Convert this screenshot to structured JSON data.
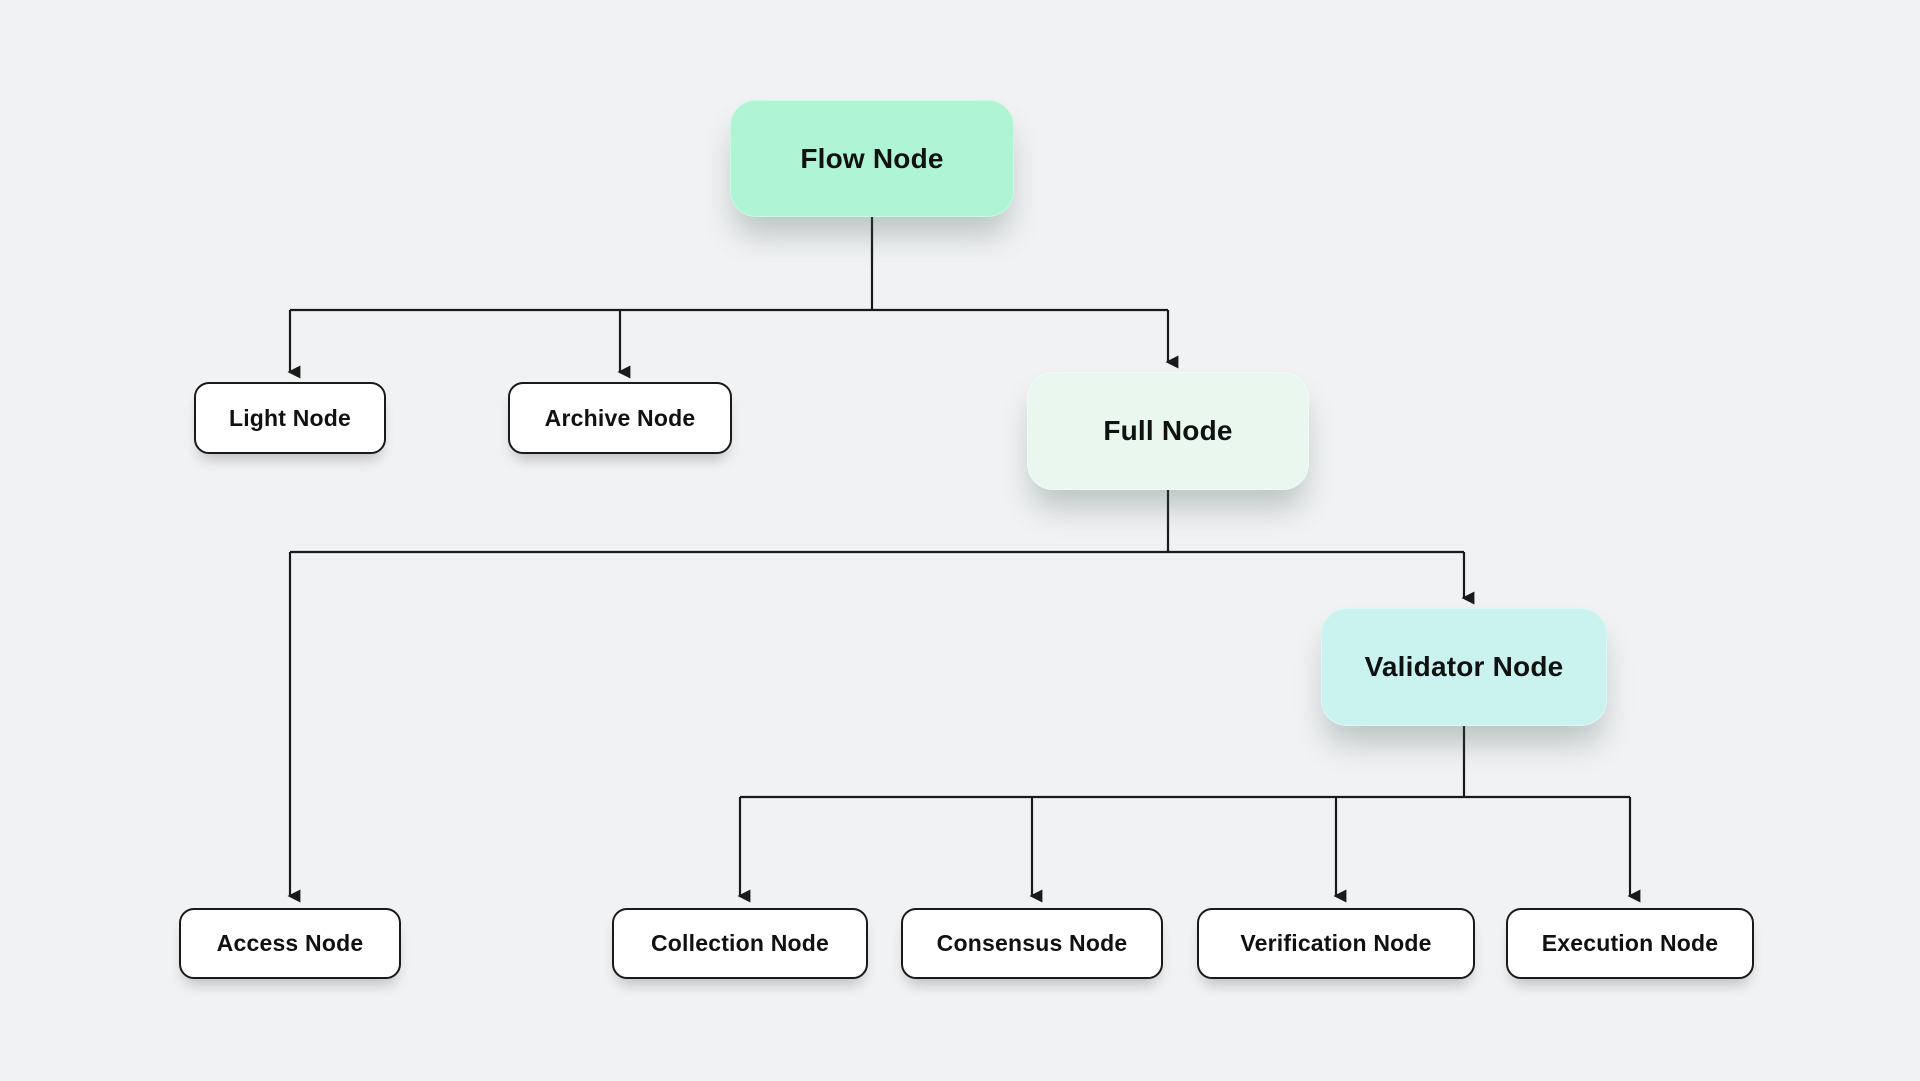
{
  "diagram": {
    "background_color": "#f1f2f4",
    "line_color": "#1a1a1a",
    "outline_border_color": "#1a1a1a",
    "text_color": "#101211",
    "nodes": [
      {
        "id": "flow",
        "label": "Flow Node",
        "style": "filled",
        "fill": "#aff4d5"
      },
      {
        "id": "light",
        "label": "Light Node",
        "style": "outline",
        "fill": "#ffffff"
      },
      {
        "id": "archive",
        "label": "Archive Node",
        "style": "outline",
        "fill": "#ffffff"
      },
      {
        "id": "full",
        "label": "Full Node",
        "style": "filled",
        "fill": "#e9f7ee"
      },
      {
        "id": "validator",
        "label": "Validator Node",
        "style": "filled",
        "fill": "#caf3f0"
      },
      {
        "id": "access",
        "label": "Access Node",
        "style": "outline",
        "fill": "#ffffff"
      },
      {
        "id": "collection",
        "label": "Collection Node",
        "style": "outline",
        "fill": "#ffffff"
      },
      {
        "id": "consensus",
        "label": "Consensus Node",
        "style": "outline",
        "fill": "#ffffff"
      },
      {
        "id": "verification",
        "label": "Verification Node",
        "style": "outline",
        "fill": "#ffffff"
      },
      {
        "id": "execution",
        "label": "Execution Node",
        "style": "outline",
        "fill": "#ffffff"
      }
    ],
    "edges": [
      {
        "from": "flow",
        "to": "light"
      },
      {
        "from": "flow",
        "to": "archive"
      },
      {
        "from": "flow",
        "to": "full"
      },
      {
        "from": "full",
        "to": "access"
      },
      {
        "from": "full",
        "to": "validator"
      },
      {
        "from": "validator",
        "to": "collection"
      },
      {
        "from": "validator",
        "to": "consensus"
      },
      {
        "from": "validator",
        "to": "verification"
      },
      {
        "from": "validator",
        "to": "execution"
      }
    ]
  }
}
